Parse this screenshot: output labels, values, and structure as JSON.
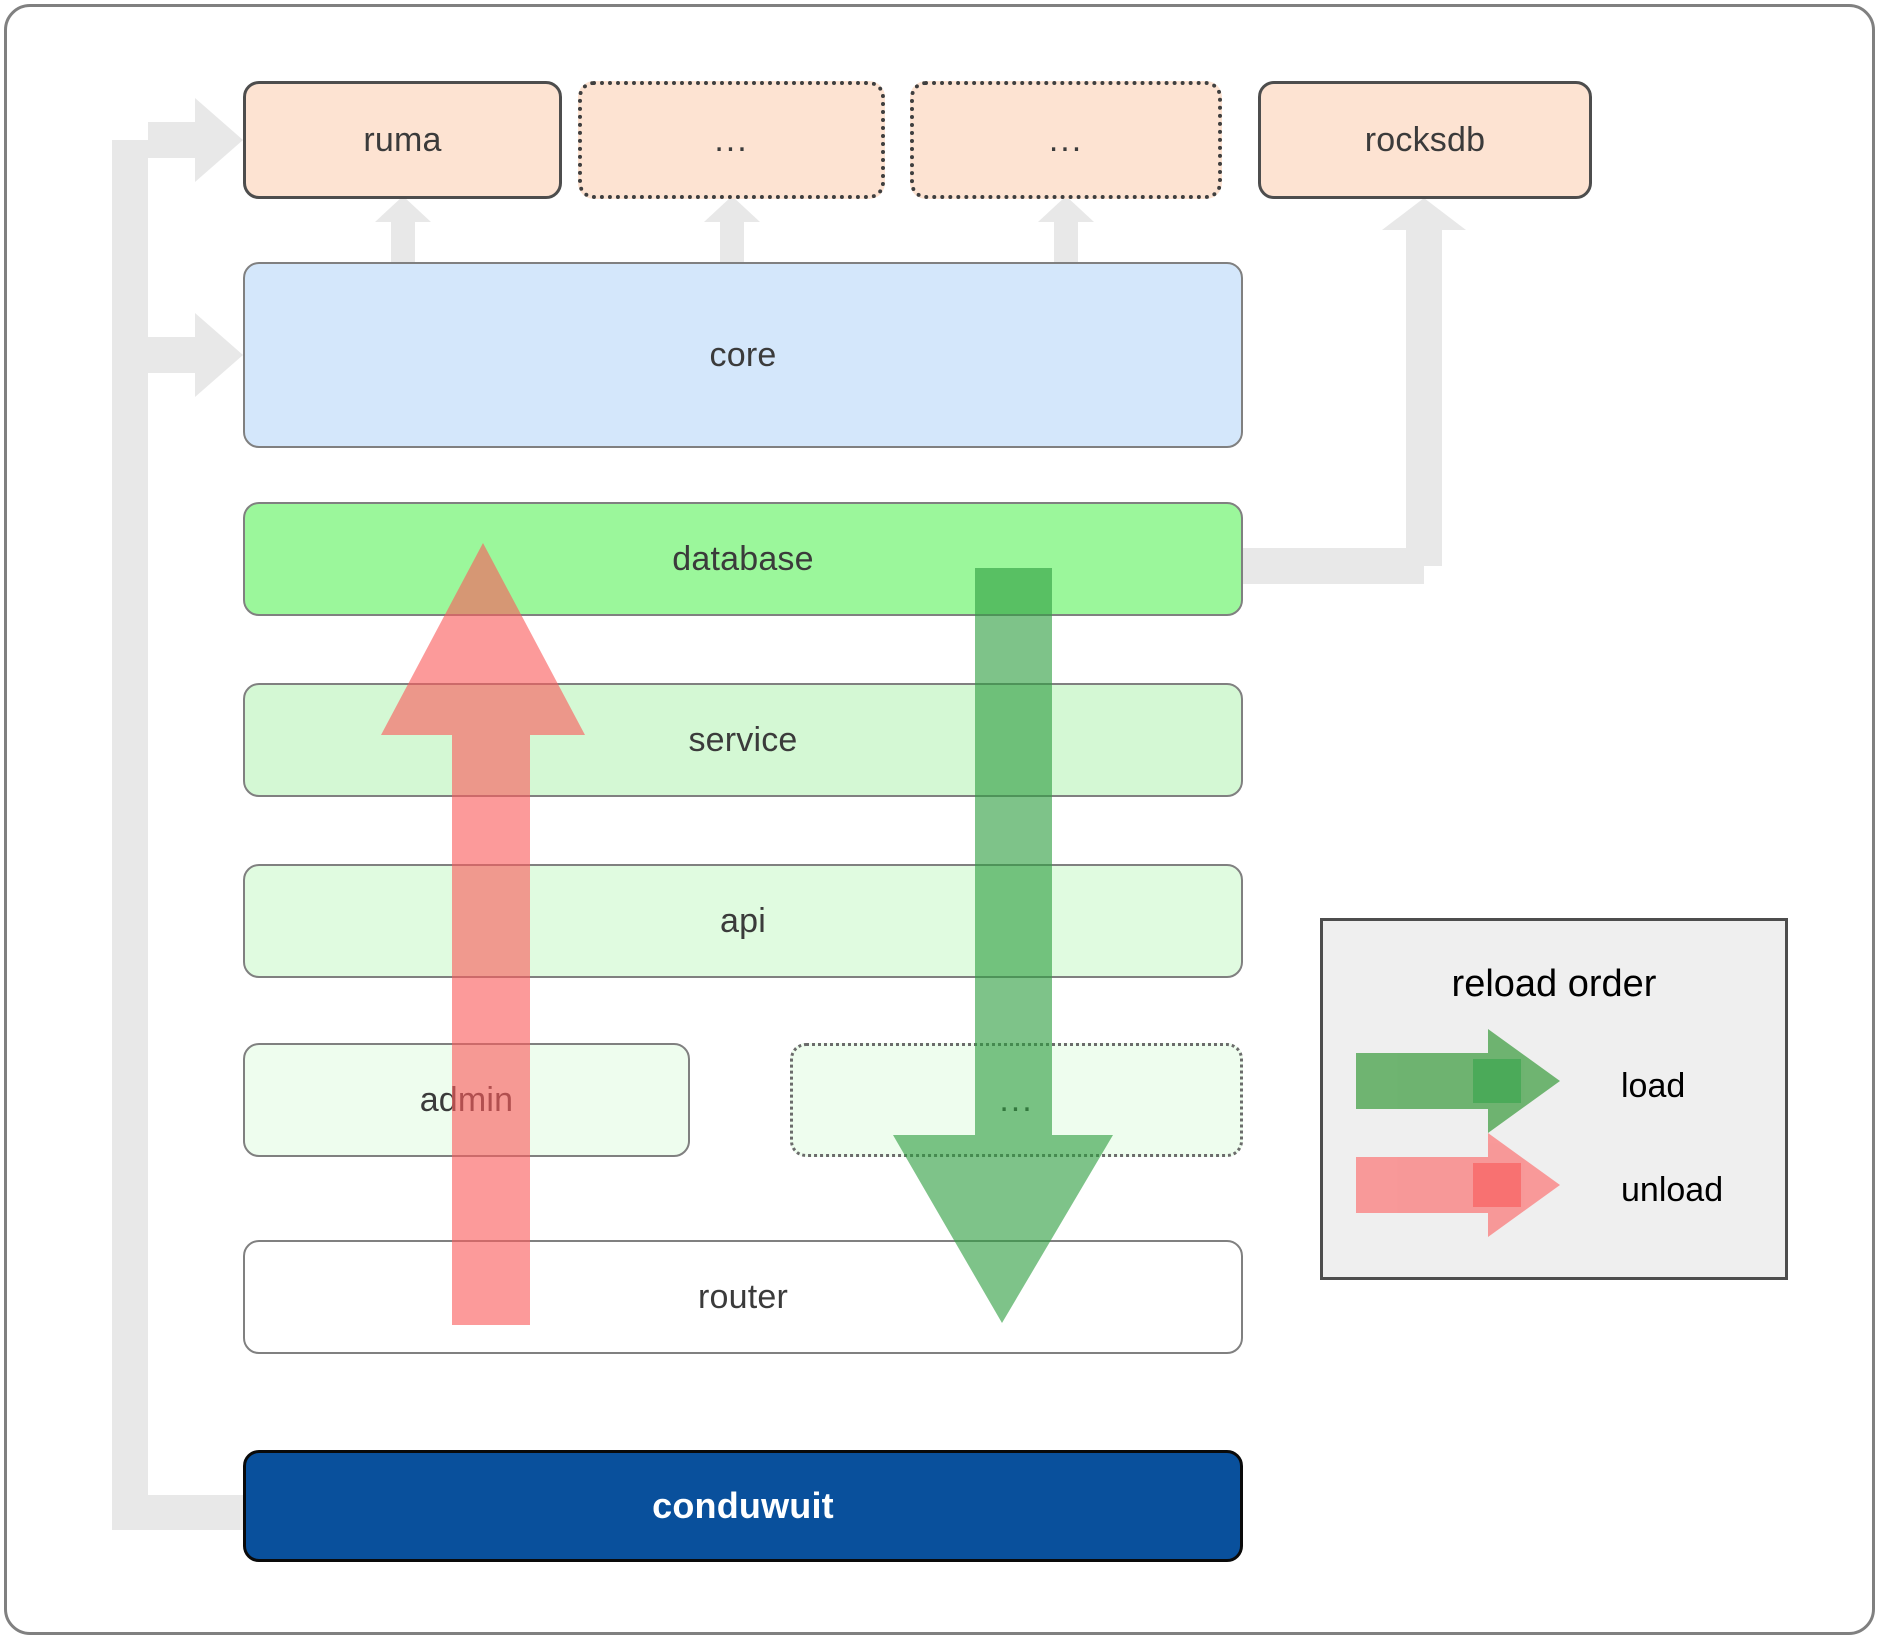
{
  "diagram": {
    "title": "conduwuit crate dependency / reload order diagram",
    "libraries": [
      {
        "id": "ruma",
        "label": "ruma",
        "style": "solid"
      },
      {
        "id": "lib2",
        "label": "...",
        "style": "dotted"
      },
      {
        "id": "lib3",
        "label": "...",
        "style": "dotted"
      },
      {
        "id": "rocksdb",
        "label": "rocksdb",
        "style": "solid"
      }
    ],
    "core": {
      "id": "core",
      "label": "core"
    },
    "layers": [
      {
        "id": "database",
        "label": "database",
        "style": "solid"
      },
      {
        "id": "service",
        "label": "service",
        "style": "solid"
      },
      {
        "id": "api",
        "label": "api",
        "style": "solid"
      },
      {
        "id": "admin",
        "label": "admin",
        "style": "solid"
      },
      {
        "id": "etc",
        "label": "...",
        "style": "dotted"
      },
      {
        "id": "router",
        "label": "router",
        "style": "solid"
      }
    ],
    "root": {
      "id": "conduwuit",
      "label": "conduwuit"
    },
    "legend": {
      "title": "reload order",
      "entries": [
        {
          "id": "load",
          "label": "load",
          "color": "#58a95a"
        },
        {
          "id": "unload",
          "label": "unload",
          "color": "#f98a8a"
        }
      ]
    },
    "arrows": {
      "load_direction": "down",
      "unload_direction": "up",
      "load_color": "#58a95a",
      "unload_color": "#f98a8a",
      "connector_color": "#e8e8e8"
    },
    "colors": {
      "library_fill": "#fde3d2",
      "core_fill": "#d4e7fb",
      "database_fill": "#9bf79b",
      "service_fill": "#d4f8d4",
      "api_fill": "#e0fbe0",
      "admin_fill": "#eefdee",
      "router_fill": "#ffffff",
      "root_fill": "#09509c",
      "legend_fill": "#efefef",
      "frame_border": "#808080"
    }
  }
}
